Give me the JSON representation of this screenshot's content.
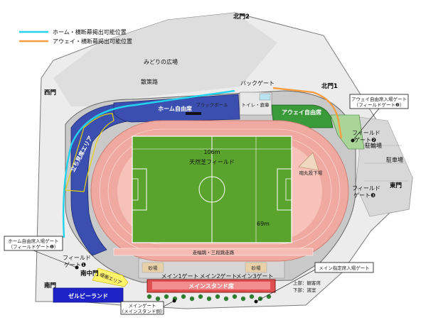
{
  "legend": {
    "home_label": "ホーム・横断幕掲出可能位置",
    "away_label": "アウェイ・横断幕掲出可能位置",
    "home_color": "#22d3ee",
    "away_color": "#f59e42"
  },
  "gates": {
    "north2": "北門2",
    "north1": "北門1",
    "west": "西門",
    "east": "東門",
    "south_center": "南中門",
    "south": "南門",
    "back": "バックゲート",
    "field1_line1": "フィールド",
    "field1_line2": "ゲート❶",
    "field2_line1": "フィールド",
    "field2_line2": "ゲート❷",
    "field3_line1": "フィールド",
    "field3_line2": "ゲート❸",
    "main1": "メイン1ゲート",
    "main2": "メイン2ゲート",
    "main3": "メイン3ゲート"
  },
  "areas": {
    "plaza": "みどりの広場",
    "path": "散策路",
    "home_free": "ホーム自由席",
    "away_free": "アウェイ自由席",
    "black_ball": "ブラックボール",
    "toilet": "トイレ・倉庫",
    "standing_area": "立ち見席エリア",
    "natural_turf": "天然芝フィールド",
    "shot_put": "砲丸投下場",
    "track_line": "走幅跳・三段跳走路",
    "sand_left": "砂場",
    "sand_right": "砂場",
    "main_stand": "メインスタンド席",
    "upper_lower_line1": "上部：観客席",
    "upper_lower_line2": "下部：諸室",
    "parking1": "駐輪場",
    "parking2": "駐車場",
    "zelbia_land": "ゼルビーランド",
    "buffer_area": "緩衝エリア",
    "width_label": "106m",
    "height_label": "69m"
  },
  "callouts": {
    "away_gate_line1": "アウェイ自由席入場ゲート",
    "away_gate_line2": "（フィールドゲート❷）",
    "home_gate_line1": "ホーム自由席入場ゲート",
    "home_gate_line2": "（フィールドゲート❶）",
    "main_reserved": "メイン指定席入場ゲート",
    "main_gate_line1": "メインゲート",
    "main_gate_line2": "（メインスタンド側）"
  }
}
